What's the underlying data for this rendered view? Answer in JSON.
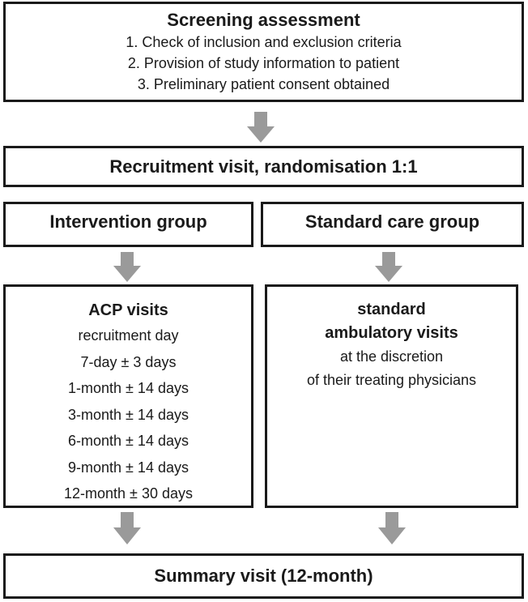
{
  "screening": {
    "title": "Screening assessment",
    "items": [
      "1. Check of inclusion and exclusion criteria",
      "2. Provision of study information to patient",
      "3. Preliminary patient consent obtained"
    ]
  },
  "recruitment": {
    "title": "Recruitment visit, randomisation 1:1"
  },
  "groups": {
    "intervention": "Intervention group",
    "standard": "Standard care group"
  },
  "acp": {
    "heading": "ACP visits",
    "items": [
      "recruitment day",
      "7-day ± 3 days",
      "1-month ± 14 days",
      "3-month ± 14 days",
      "6-month ± 14 days",
      "9-month ± 14 days",
      "12-month ± 30 days"
    ]
  },
  "ambulatory": {
    "heading_lines": [
      "standard",
      "ambulatory visits"
    ],
    "items": [
      "at the discretion",
      "of their treating physicians"
    ]
  },
  "summary": {
    "title": "Summary visit (12-month)"
  },
  "colors": {
    "border": "#1a1a1a",
    "arrow": "#9a9a9a"
  }
}
